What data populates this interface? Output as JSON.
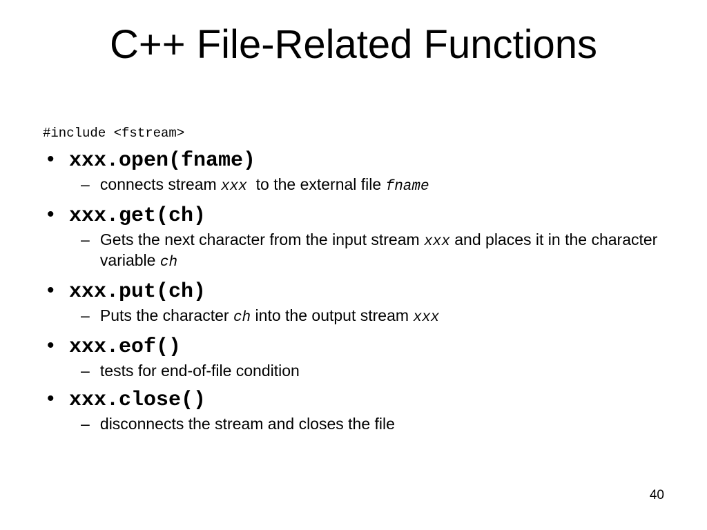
{
  "slide": {
    "title": "C++ File-Related Functions",
    "include_line": "#include <fstream>",
    "bullet_mark": "•",
    "dash": "–",
    "page_number": "40"
  },
  "items": [
    {
      "code": "xxx.open(fname)",
      "desc": {
        "t1": "connects stream ",
        "c1": "xxx",
        "t2": "  to the external file ",
        "c2": "fname"
      }
    },
    {
      "code": "xxx.get(ch)",
      "desc": {
        "t1": "Gets the next character from the input stream ",
        "c1": "xxx",
        "t2": " and places it in the character variable ",
        "c2": "ch"
      }
    },
    {
      "code": "xxx.put(ch)",
      "desc": {
        "t1": "Puts the character ",
        "c1": "ch",
        "t2": " into the output stream ",
        "c2": "xxx"
      }
    },
    {
      "code": "xxx.eof()",
      "desc": {
        "t1": "tests for end-of-file condition"
      }
    },
    {
      "code": "xxx.close()",
      "desc": {
        "t1": "disconnects the stream and closes the file"
      }
    }
  ]
}
